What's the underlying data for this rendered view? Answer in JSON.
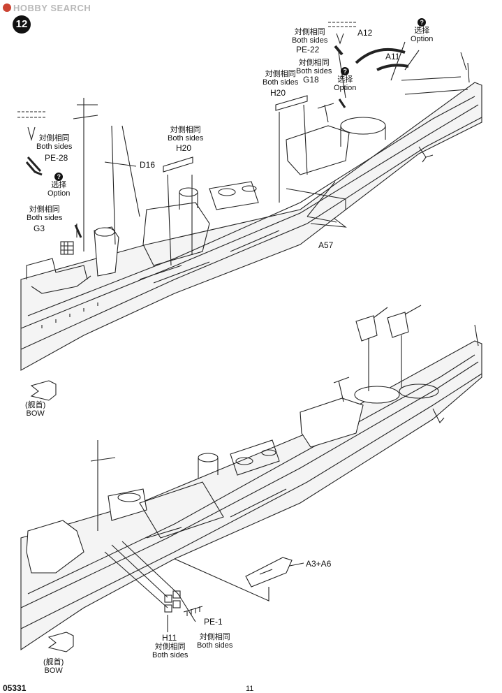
{
  "header": {
    "watermark": "HOBBY SEARCH",
    "step_number": "12"
  },
  "colors": {
    "line": "#222222",
    "hull": "#f4f4f4",
    "watermark": "#b9b9b9"
  },
  "labels": {
    "both_sides_cn": "対側相同",
    "both_sides_en": "Both sides",
    "option_cn": "选择",
    "option_en": "Option",
    "option_icon": "question-mark-icon"
  },
  "parts": {
    "pe28": "PE-28",
    "g3": "G3",
    "d16": "D16",
    "h20a": "H20",
    "h20b": "H20",
    "g18": "G18",
    "pe22": "PE-22",
    "a12": "A12",
    "a11": "A11",
    "a57": "A57",
    "a3a6": "A3+A6",
    "h11": "H11",
    "pe1": "PE-1"
  },
  "bow_label": {
    "cn": "(舰首)",
    "en": "BOW"
  },
  "footer": {
    "code": "05331",
    "page": "11"
  }
}
